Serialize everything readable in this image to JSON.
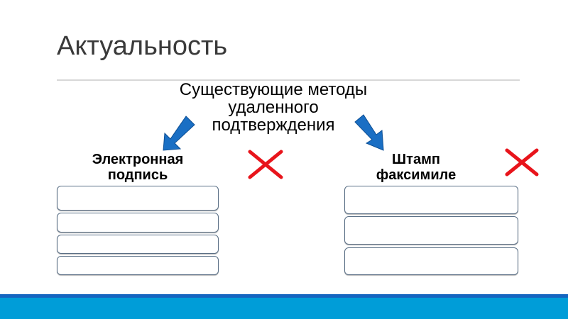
{
  "slide": {
    "title": "Актуальность",
    "subtitle": [
      "Существующие методы",
      "удаленного",
      "подтверждения"
    ],
    "left": {
      "label": [
        "Электронная",
        "подпись"
      ],
      "items": 4,
      "status_icon": "cross-icon"
    },
    "right": {
      "label": [
        "Штамп",
        "факсимиле"
      ],
      "items": 3,
      "status_icon": "cross-icon"
    }
  },
  "colors": {
    "arrow": "#1a6fc4",
    "cross": "#e8141b",
    "footer": "#009dd8",
    "footer_top": "#1565c0"
  }
}
